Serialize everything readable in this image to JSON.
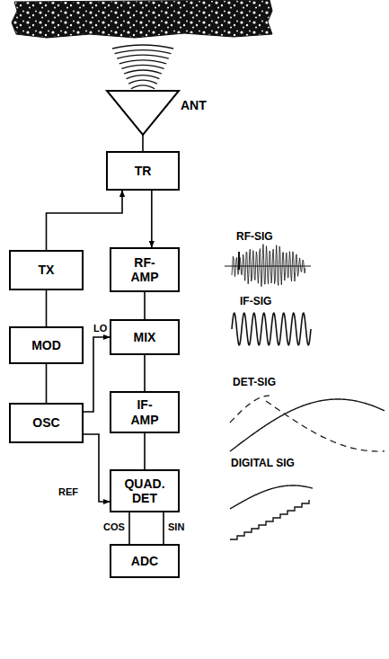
{
  "diagram": {
    "nodes": [
      {
        "text": [
          "ANT"
        ]
      },
      {
        "text": [
          "TR"
        ]
      },
      {
        "text": [
          "TX"
        ]
      },
      {
        "text": [
          "RF- AMP"
        ]
      },
      {
        "text": [
          "MOD"
        ]
      },
      {
        "text": [
          "MIX"
        ]
      },
      {
        "text": [
          "OSC"
        ]
      },
      {
        "text": [
          "IF- AMP"
        ]
      },
      {
        "text": [
          "QUAD. DET"
        ]
      },
      {
        "text": [
          "ADC"
        ]
      }
    ],
    "edges": [
      {
        "from": 0,
        "to": 1,
        "arrow": "none"
      },
      {
        "from": 2,
        "to": 1,
        "arrow": "to"
      },
      {
        "from": 1,
        "to": 3,
        "arrow": "to"
      },
      {
        "from": 4,
        "to": 2,
        "arrow": "none"
      },
      {
        "from": 6,
        "to": 4,
        "arrow": "none"
      },
      {
        "from": 3,
        "to": 5,
        "arrow": "none"
      },
      {
        "from": 6,
        "to": 5,
        "label": "LO",
        "arrow": "to"
      },
      {
        "from": 5,
        "to": 7,
        "arrow": "none"
      },
      {
        "from": 7,
        "to": 8,
        "arrow": "none"
      },
      {
        "from": 6,
        "to": 8,
        "label": "REF",
        "arrow": "to"
      },
      {
        "from": 8,
        "to": 9,
        "label": "COS",
        "arrow": "none"
      },
      {
        "from": 8,
        "to": 9,
        "label": "SIN",
        "arrow": "none"
      }
    ],
    "labels": [
      "RF-SIG",
      "IF-SIG",
      "DET-SIG",
      "DIGITAL SIG"
    ]
  }
}
